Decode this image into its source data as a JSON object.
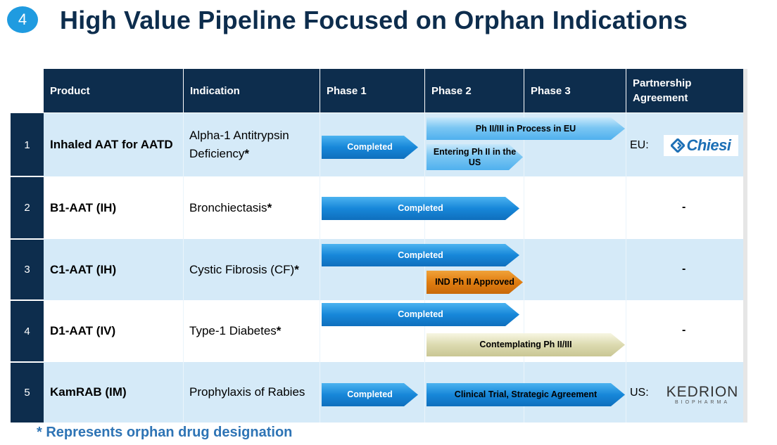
{
  "header": {
    "number": "4",
    "title": "High Value Pipeline Focused on Orphan Indications"
  },
  "columns": {
    "product": "Product",
    "indication": "Indication",
    "phase1": "Phase 1",
    "phase2": "Phase 2",
    "phase3": "Phase 3",
    "partnership_line1": "Partnership",
    "partnership_line2": "Agreement"
  },
  "rows": [
    {
      "num": "1",
      "product": "Inhaled AAT for AATD",
      "indication_line1": "Alpha-1 Antitrypsin",
      "indication_line2": "Deficiency",
      "star": "*",
      "bars": {
        "completed": "Completed",
        "eu": "Ph II/III in Process in EU",
        "us_line1": "Entering Ph II in the",
        "us_line2": "US"
      },
      "partner_prefix": "EU:",
      "partner_logo": "Chiesi",
      "partner_logo_icon": "chiesi-logo-icon"
    },
    {
      "num": "2",
      "product": "B1-AAT (IH)",
      "indication": "Bronchiectasis",
      "star": "*",
      "bars": {
        "completed": "Completed"
      },
      "partner": "-"
    },
    {
      "num": "3",
      "product": "C1-AAT (IH)",
      "indication": "Cystic Fibrosis (CF)",
      "star": "*",
      "bars": {
        "completed": "Completed",
        "ind": "IND Ph II Approved"
      },
      "partner": "-"
    },
    {
      "num": "4",
      "product": "D1-AAT (IV)",
      "indication": "Type-1 Diabetes",
      "star": "*",
      "bars": {
        "completed": "Completed",
        "contemplating": "Contemplating Ph II/III"
      },
      "partner": "-"
    },
    {
      "num": "5",
      "product": "KamRAB (IM)",
      "indication": "Prophylaxis of Rabies",
      "bars": {
        "completed": "Completed",
        "clinical": "Clinical Trial, Strategic Agreement"
      },
      "partner_prefix": "US:",
      "partner_logo": "KEDRION",
      "partner_logo_sub": "BIOPHARMA"
    }
  ],
  "footnote": "* Represents orphan drug designation",
  "colors": {
    "navy": "#0d2d4d",
    "light_row": "#d5eaf8",
    "accent_blue": "#1f9be0",
    "footnote": "#2e74b5"
  }
}
